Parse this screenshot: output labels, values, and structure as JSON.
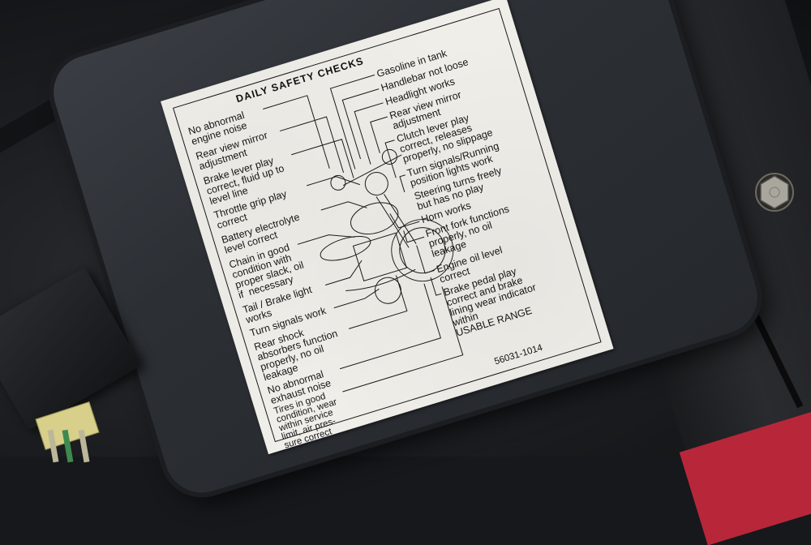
{
  "scene": {
    "description": "Close-up photo of a motorcycle safety-check decal on a dark plastic cover",
    "colors": {
      "label_bg": "#f0eee9",
      "panel": "#2c3035",
      "background": "#16181b",
      "red_body": "#b8263a",
      "connector": "#d8cf8a"
    }
  },
  "label": {
    "title": "DAILY SAFETY CHECKS",
    "left_items": [
      "No abnormal\nengine noise",
      "Rear view mirror\nadjustment",
      "Brake lever play\ncorrect, fluid up to\nlevel line",
      "Throttle grip play\ncorrect",
      "Battery electrolyte\nlevel correct",
      "Chain in good\ncondition with\nproper slack, oil\nif  necessary",
      "Tail / Brake light\nworks",
      "Turn signals work",
      "Rear shock\nabsorbers function\nproperly, no oil\nleakage",
      "No abnormal\nexhaust noise",
      "Tires in good\ncondition, wear\nwithin service\nlimit, air pres-\nsure correct"
    ],
    "right_items": [
      "Gasoline in tank",
      "Handlebar not loose",
      "Headlight works",
      "Rear view mirror\nadjustment",
      "Clutch lever play\ncorrect, releases\nproperly, no slippage",
      "Turn signals/Running\nposition lights work",
      "Steering turns freely\nbut has no play",
      "Horn works",
      "Front fork functions\nproperly, no oil\nleakage",
      "Engine oil level\ncorrect",
      "Brake pedal play\ncorrect and brake\nlining wear indicator\nwithin\nUSABLE RANGE"
    ],
    "part_number": "56031-1014"
  }
}
